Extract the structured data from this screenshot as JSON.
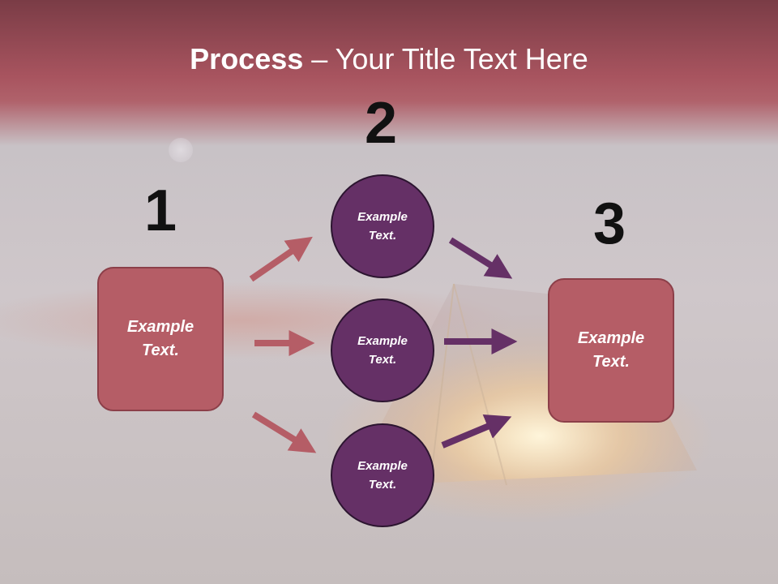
{
  "slide": {
    "title_strong": "Process",
    "title_rest": " – Your Title Text Here",
    "step1_number": "1",
    "step2_number": "2",
    "step3_number": "3",
    "left_box_text": "Example\nText.",
    "right_box_text": "Example\nText.",
    "circles": [
      {
        "text": "Example\nText."
      },
      {
        "text": "Example\nText."
      },
      {
        "text": "Example\nText."
      }
    ]
  },
  "colors": {
    "box_fill": "#b55d66",
    "circle_fill": "#653066",
    "arrow_left": "#b55d66",
    "arrow_right": "#653066"
  }
}
